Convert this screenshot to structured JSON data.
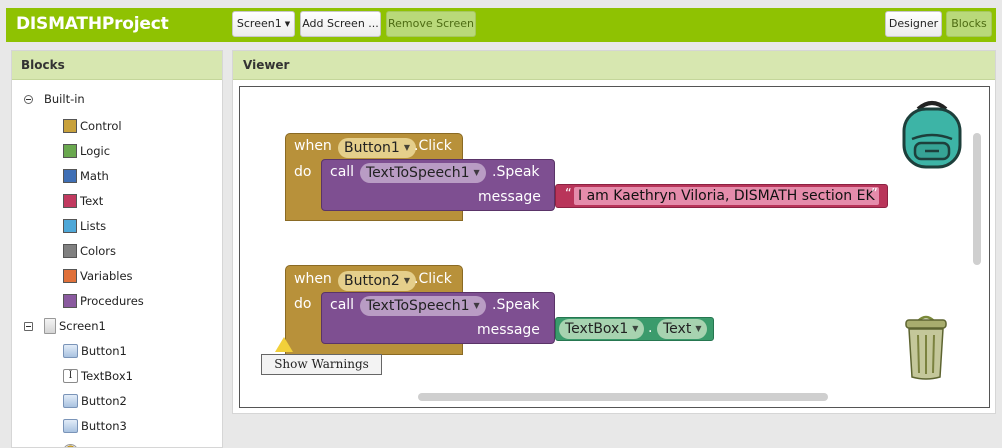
{
  "app": {
    "title": "DISMATHProject"
  },
  "toolbar": {
    "screen_select": "Screen1",
    "add_screen": "Add Screen ...",
    "remove_screen": "Remove Screen",
    "designer": "Designer",
    "blocks": "Blocks"
  },
  "blocks_panel": {
    "title": "Blocks",
    "builtin_label": "Built-in",
    "builtin": [
      {
        "label": "Control",
        "color": "#c8a13c"
      },
      {
        "label": "Logic",
        "color": "#6aa84f"
      },
      {
        "label": "Math",
        "color": "#3f6fb5"
      },
      {
        "label": "Text",
        "color": "#c1395f"
      },
      {
        "label": "Lists",
        "color": "#4fa8d8"
      },
      {
        "label": "Colors",
        "color": "#808080"
      },
      {
        "label": "Variables",
        "color": "#e0713a"
      },
      {
        "label": "Procedures",
        "color": "#8a5a9f"
      }
    ],
    "screen_label": "Screen1",
    "components": [
      {
        "label": "Button1",
        "icon": "button-icon"
      },
      {
        "label": "TextBox1",
        "icon": "textbox-icon"
      },
      {
        "label": "Button2",
        "icon": "button-icon"
      },
      {
        "label": "Button3",
        "icon": "button-icon"
      }
    ]
  },
  "viewer": {
    "title": "Viewer",
    "warnings_button": "Show Warnings",
    "block1": {
      "when": "when",
      "component": "Button1",
      "event": ".Click",
      "do": "do",
      "call": "call",
      "target": "TextToSpeech1",
      "method": ".Speak",
      "message_label": "message",
      "open_quote": "“",
      "text": "I am Kaethryn Viloria, DISMATH section EK",
      "close_quote": "”"
    },
    "block2": {
      "when": "when",
      "component": "Button2",
      "event": ".Click",
      "do": "do",
      "call": "call",
      "target": "TextToSpeech1",
      "method": ".Speak",
      "message_label": "message",
      "getter_component": "TextBox1",
      "dot": ".",
      "getter_property": "Text"
    }
  },
  "colors": {
    "topbar": "#8fc202",
    "event_block": "#b8913a",
    "method_block": "#7e4f91",
    "text_block": "#b9355a",
    "component_block": "#3b9b6c"
  }
}
